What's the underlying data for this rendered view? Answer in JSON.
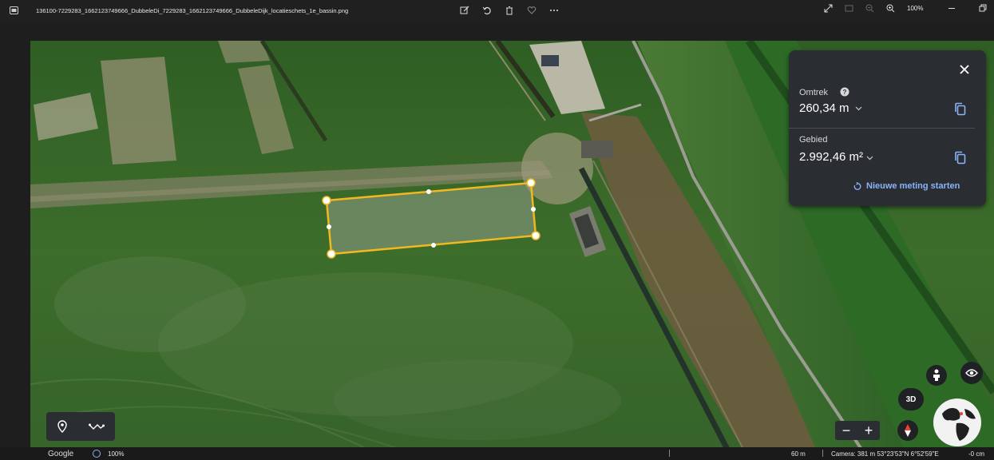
{
  "window": {
    "title": "136100-7229283_1662123749666_DubbeleDi_7229283_1662123749666_DubbeleDijk_locatieschets_1e_bassin.png",
    "zoom": "100%"
  },
  "toolbar_icons": [
    "edit-icon",
    "rotate-icon",
    "delete-icon",
    "favorite-icon",
    "more-icon"
  ],
  "window_icons": [
    "expand-icon",
    "fit-icon",
    "zoom-out-icon",
    "zoom-in-icon",
    "minimize-icon",
    "restore-icon"
  ],
  "measure_panel": {
    "perimeter_label": "Omtrek",
    "perimeter_value": "260,34 m",
    "area_label": "Gebied",
    "area_value": "2.992,46 m²",
    "restart_label": "Nieuwe meting starten"
  },
  "map_controls": {
    "three_d_label": "3D",
    "zoom_out_label": "−",
    "zoom_in_label": "+"
  },
  "status_bar": {
    "brand": "Google",
    "percent": "100%",
    "scale": "60 m",
    "camera": "Camera: 381 m  53°23'53\"N 6°52'59\"E",
    "elevation": "-0 cm"
  },
  "colors": {
    "measure_outline": "#f2b820",
    "link_blue": "#8ab4f8",
    "panel_bg": "#2a2d31"
  }
}
